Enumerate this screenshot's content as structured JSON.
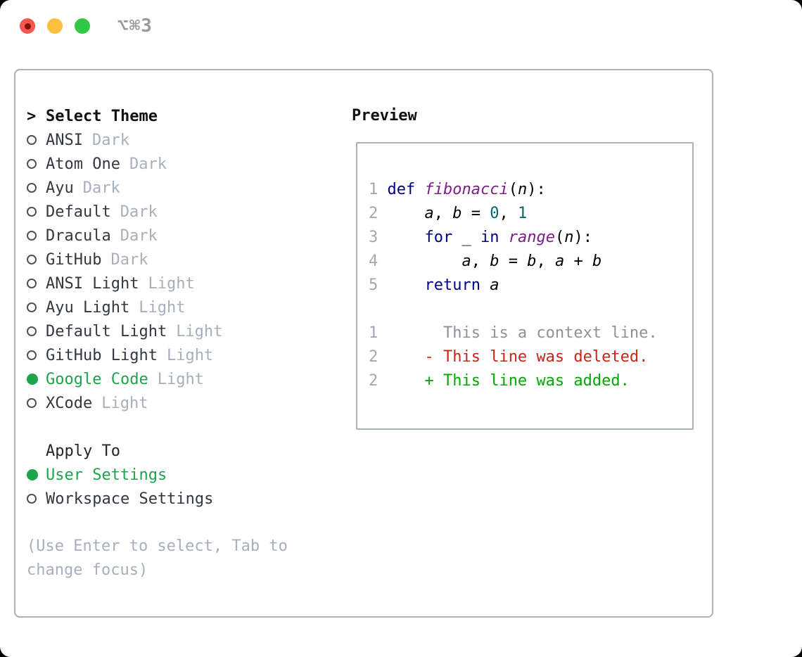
{
  "window": {
    "title": "⌥⌘3",
    "traffic_lights": [
      {
        "icon": "close-traffic-light-icon",
        "color_key": "traffic_red"
      },
      {
        "icon": "minimize-traffic-light-icon",
        "color_key": "traffic_yellow"
      },
      {
        "icon": "zoom-traffic-light-icon",
        "color_key": "traffic_green"
      }
    ]
  },
  "colors": {
    "selection_green": "#1ea44b",
    "traffic_red": "#f4574d",
    "traffic_yellow": "#fcbe3e",
    "traffic_green": "#2fc944",
    "panel_border": "#a9b0ba",
    "muted_gray": "#a7afbc",
    "line_number_gray": "#9fa9b5",
    "syntax_keyword": "#000088",
    "syntax_function": "#7d1f86",
    "syntax_literal": "#006666",
    "syntax_plain": "#000000",
    "diff_context_gray": "#8e9298",
    "diff_deleted_red": "#cc2418",
    "diff_added_green": "#00a900"
  },
  "left_panel": {
    "header": {
      "caret": ">",
      "label": "Select Theme"
    },
    "themes": [
      {
        "name": "ANSI",
        "variant": "Dark",
        "selected": false
      },
      {
        "name": "Atom One",
        "variant": "Dark",
        "selected": false
      },
      {
        "name": "Ayu",
        "variant": "Dark",
        "selected": false
      },
      {
        "name": "Default",
        "variant": "Dark",
        "selected": false
      },
      {
        "name": "Dracula",
        "variant": "Dark",
        "selected": false
      },
      {
        "name": "GitHub",
        "variant": "Dark",
        "selected": false
      },
      {
        "name": "ANSI Light",
        "variant": "Light",
        "selected": false
      },
      {
        "name": "Ayu Light",
        "variant": "Light",
        "selected": false
      },
      {
        "name": "Default Light",
        "variant": "Light",
        "selected": false
      },
      {
        "name": "GitHub Light",
        "variant": "Light",
        "selected": false
      },
      {
        "name": "Google Code",
        "variant": "Light",
        "selected": true
      },
      {
        "name": "XCode",
        "variant": "Light",
        "selected": false
      }
    ],
    "apply_to": {
      "label": "Apply To",
      "options": [
        {
          "name": "User Settings",
          "selected": true
        },
        {
          "name": "Workspace Settings",
          "selected": false
        }
      ]
    },
    "help_lines": [
      "(Use Enter to select, Tab to",
      "change focus)"
    ]
  },
  "preview": {
    "label": "Preview",
    "lines": [
      {
        "num": "1",
        "segments": [
          {
            "t": "def",
            "c": "kwd"
          },
          {
            "t": " ",
            "c": "pln"
          },
          {
            "t": "fibonacci",
            "c": "typ"
          },
          {
            "t": "(",
            "c": "pln"
          },
          {
            "t": "n",
            "c": "idt"
          },
          {
            "t": "):",
            "c": "pln"
          }
        ]
      },
      {
        "num": "2",
        "segments": [
          {
            "t": "    ",
            "c": "pln"
          },
          {
            "t": "a",
            "c": "idt"
          },
          {
            "t": ", ",
            "c": "pln"
          },
          {
            "t": "b",
            "c": "idt"
          },
          {
            "t": " = ",
            "c": "pln"
          },
          {
            "t": "0",
            "c": "lit"
          },
          {
            "t": ", ",
            "c": "pln"
          },
          {
            "t": "1",
            "c": "lit"
          }
        ]
      },
      {
        "num": "3",
        "segments": [
          {
            "t": "    ",
            "c": "pln"
          },
          {
            "t": "for",
            "c": "kwd"
          },
          {
            "t": " ",
            "c": "pln"
          },
          {
            "t": "_",
            "c": "idt"
          },
          {
            "t": " ",
            "c": "pln"
          },
          {
            "t": "in",
            "c": "kwd"
          },
          {
            "t": " ",
            "c": "pln"
          },
          {
            "t": "range",
            "c": "typ"
          },
          {
            "t": "(",
            "c": "pln"
          },
          {
            "t": "n",
            "c": "idt"
          },
          {
            "t": "):",
            "c": "pln"
          }
        ]
      },
      {
        "num": "4",
        "segments": [
          {
            "t": "        ",
            "c": "pln"
          },
          {
            "t": "a",
            "c": "idt"
          },
          {
            "t": ", ",
            "c": "pln"
          },
          {
            "t": "b",
            "c": "idt"
          },
          {
            "t": " = ",
            "c": "pln"
          },
          {
            "t": "b",
            "c": "idt"
          },
          {
            "t": ", ",
            "c": "pln"
          },
          {
            "t": "a",
            "c": "idt"
          },
          {
            "t": " + ",
            "c": "pln"
          },
          {
            "t": "b",
            "c": "idt"
          }
        ]
      },
      {
        "num": "5",
        "segments": [
          {
            "t": "    ",
            "c": "pln"
          },
          {
            "t": "return",
            "c": "kwd"
          },
          {
            "t": " ",
            "c": "pln"
          },
          {
            "t": "a",
            "c": "idt"
          }
        ]
      },
      {
        "num": "",
        "segments": []
      },
      {
        "num": "1",
        "segments": [
          {
            "t": "      This is a context line.",
            "c": "ctx"
          }
        ]
      },
      {
        "num": "2",
        "segments": [
          {
            "t": "    ",
            "c": "pln"
          },
          {
            "t": "- This line was deleted.",
            "c": "del"
          }
        ]
      },
      {
        "num": "2",
        "segments": [
          {
            "t": "    ",
            "c": "pln"
          },
          {
            "t": "+ This line was added.",
            "c": "add"
          }
        ]
      }
    ]
  }
}
